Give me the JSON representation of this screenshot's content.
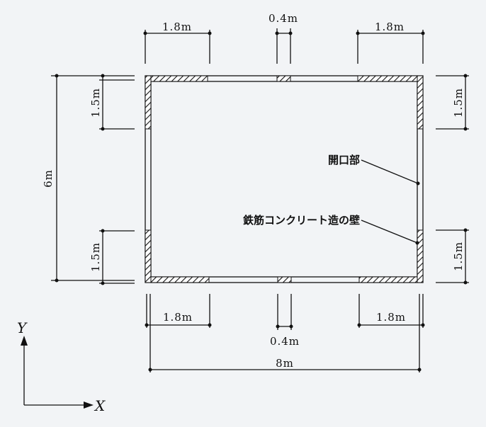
{
  "labels": {
    "top_left": "1.8m",
    "top_mid": "0.4m",
    "top_right": "1.8m",
    "bottom_left": "1.8m",
    "bottom_mid": "0.4m",
    "bottom_right": "1.8m",
    "left_top": "1.5m",
    "left_bottom": "1.5m",
    "left_total": "6m",
    "right_top": "1.5m",
    "right_bottom": "1.5m",
    "total_width": "8m",
    "opening_note": "開口部",
    "wall_note": "鉄筋コンクリート造の壁",
    "axis_x": "X",
    "axis_y": "Y"
  },
  "colors": {
    "ink": "#111111",
    "paper": "#f2f4f6"
  }
}
